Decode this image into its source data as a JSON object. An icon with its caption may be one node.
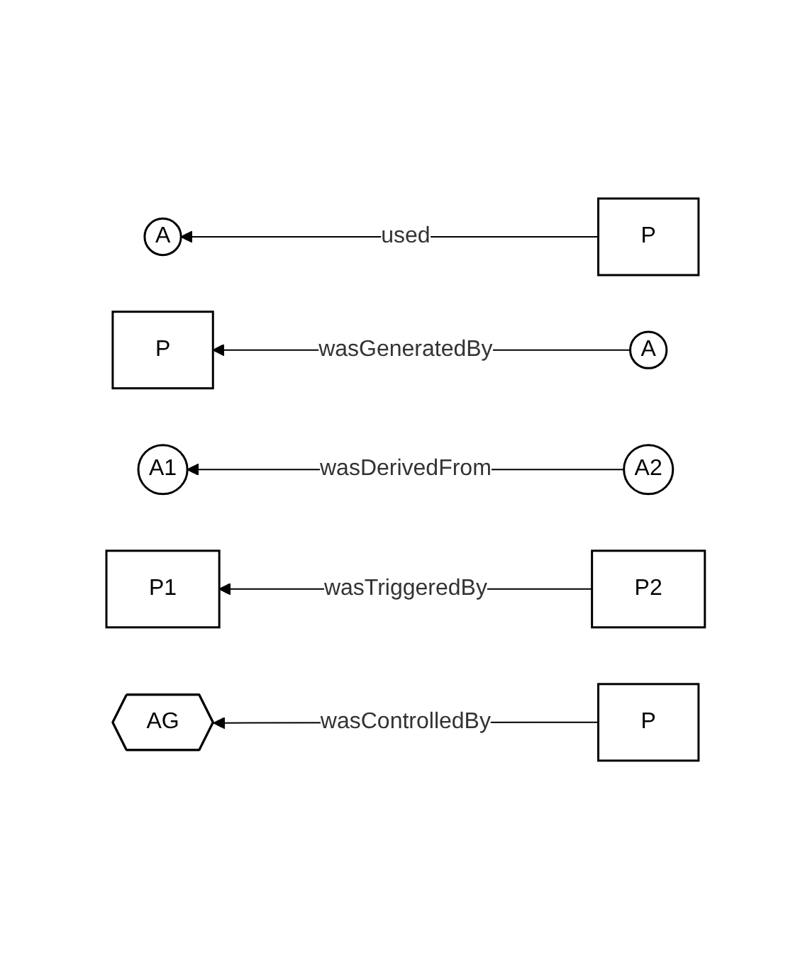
{
  "diagram": {
    "nodes": [
      {
        "text": [
          "A"
        ]
      },
      {
        "text": [
          "P"
        ]
      },
      {
        "text": [
          "P"
        ]
      },
      {
        "text": [
          "A"
        ]
      },
      {
        "text": [
          "A1"
        ]
      },
      {
        "text": [
          "A2"
        ]
      },
      {
        "text": [
          "P1"
        ]
      },
      {
        "text": [
          "P2"
        ]
      },
      {
        "text": [
          "AG"
        ]
      },
      {
        "text": [
          "P"
        ]
      }
    ],
    "edges": [
      {
        "from": 1,
        "to": 0,
        "arrow": "to",
        "label": "used"
      },
      {
        "from": 3,
        "to": 2,
        "arrow": "to",
        "label": "wasGeneratedBy"
      },
      {
        "from": 5,
        "to": 4,
        "arrow": "to",
        "label": "wasDerivedFrom"
      },
      {
        "from": 7,
        "to": 6,
        "arrow": "to",
        "label": "wasTriggeredBy"
      },
      {
        "from": 9,
        "to": 8,
        "arrow": "to",
        "label": "wasControlledBy"
      }
    ]
  }
}
